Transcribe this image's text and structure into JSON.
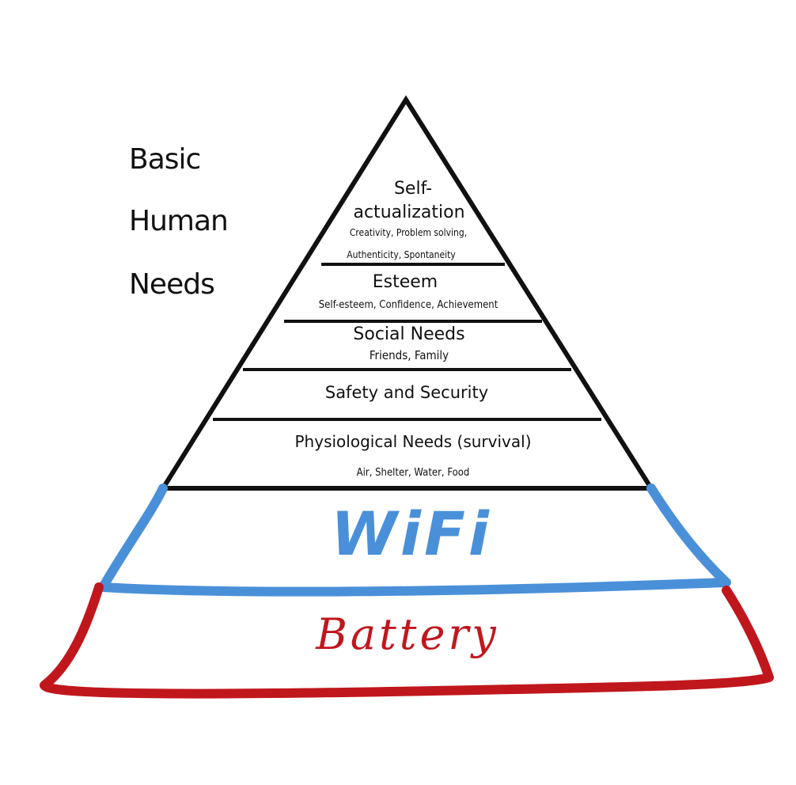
{
  "side_title": {
    "line1": "Basic",
    "line2": "Human",
    "line3": "Needs"
  },
  "tiers": [
    {
      "id": "self-actualization",
      "title_line1": "Self-",
      "title_line2": "actualization",
      "detail_line1": "Creativity, Problem solving,",
      "detail_line2": "Authenticity, Spontaneity"
    },
    {
      "id": "esteem",
      "title": "Esteem",
      "detail": "Self-esteem, Confidence, Achievement"
    },
    {
      "id": "social",
      "title": "Social Needs",
      "detail": "Friends, Family"
    },
    {
      "id": "safety",
      "title": "Safety and Security"
    },
    {
      "id": "physiological",
      "title": "Physiological Needs (survival)",
      "detail": "Air, Shelter, Water, Food"
    }
  ],
  "added_tiers": {
    "wifi": {
      "label": "WiFi",
      "color": "#4a90d9"
    },
    "battery": {
      "label": "Battery",
      "color": "#c0171d"
    }
  },
  "colors": {
    "outline": "#111111",
    "background": "#ffffff"
  }
}
